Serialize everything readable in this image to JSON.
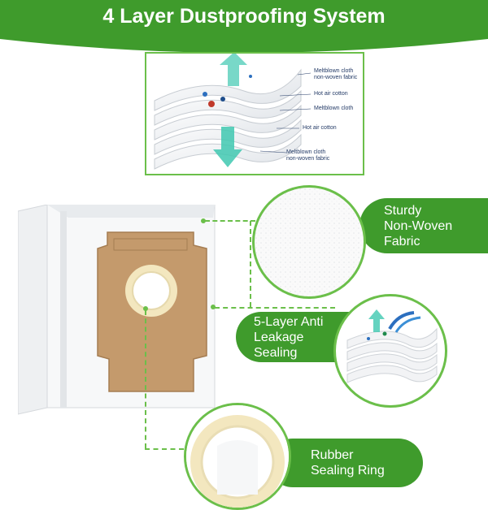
{
  "banner": {
    "title": "4 Layer Dustproofing System",
    "color": "#3f9b2c"
  },
  "layers": [
    {
      "line1": "Meltblown cloth",
      "line2": "non-woven fabric"
    },
    {
      "line1": "Hot air cotton",
      "line2": ""
    },
    {
      "line1": "Meltblown cloth",
      "line2": ""
    },
    {
      "line1": "Hot air cotton",
      "line2": ""
    },
    {
      "line1": "Meltblown cloth",
      "line2": "non-woven fabric"
    }
  ],
  "features": [
    {
      "line1": "Sturdy",
      "line2": "Non-Woven",
      "line3": "Fabric"
    },
    {
      "line1": "5-Layer Anti",
      "line2": "Leakage",
      "line3": "Sealing"
    },
    {
      "line1": "Rubber",
      "line2": "Sealing Ring"
    }
  ],
  "colors": {
    "accent_green": "#3f9b2c",
    "border_green": "#6bbf4a",
    "cardboard": "#c49a6c"
  }
}
